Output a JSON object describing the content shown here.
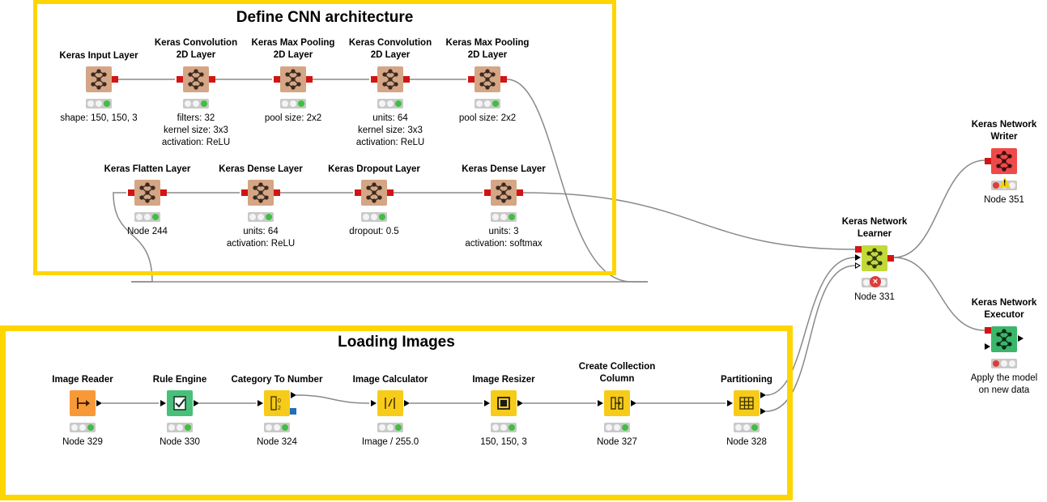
{
  "groups": {
    "cnn": {
      "title": "Define CNN architecture"
    },
    "loading": {
      "title": "Loading Images"
    }
  },
  "colors": {
    "keras_layer": "#d4a685",
    "keras_learner": "#c3d93a",
    "keras_writer": "#ef4a4a",
    "keras_executor": "#3ab76a",
    "manipulator": "#f7cb1a",
    "reader": "#f89938",
    "rule_engine": "#49c07a",
    "annotation_border": "#ffd500",
    "connection": "#8a8a8a"
  },
  "nodes": {
    "input_layer": {
      "title": "Keras Input Layer",
      "label": "shape: 150, 150, 3",
      "icon": "network-icon"
    },
    "conv1": {
      "title": "Keras Convolution\n2D Layer",
      "label": "filters: 32\nkernel size: 3x3\nactivation: ReLU",
      "icon": "network-icon"
    },
    "pool1": {
      "title": "Keras Max Pooling\n2D Layer",
      "label": "pool size: 2x2",
      "icon": "network-icon"
    },
    "conv2": {
      "title": "Keras Convolution\n2D Layer",
      "label": "units: 64\nkernel size: 3x3\nactivation: ReLU",
      "icon": "network-icon"
    },
    "pool2": {
      "title": "Keras Max Pooling\n2D Layer",
      "label": "pool size: 2x2",
      "icon": "network-icon"
    },
    "flatten": {
      "title": "Keras Flatten Layer",
      "label": "Node 244",
      "icon": "network-icon"
    },
    "dense1": {
      "title": "Keras Dense Layer",
      "label": "units: 64\nactivation: ReLU",
      "icon": "network-icon"
    },
    "dropout": {
      "title": "Keras Dropout Layer",
      "label": "dropout: 0.5",
      "icon": "network-icon"
    },
    "dense2": {
      "title": "Keras Dense Layer",
      "label": "units: 3\nactivation: softmax",
      "icon": "network-icon"
    },
    "learner": {
      "title": "Keras Network\nLearner",
      "label": "Node 331",
      "icon": "network-icon"
    },
    "writer": {
      "title": "Keras Network\nWriter",
      "label": "Node 351",
      "icon": "network-icon"
    },
    "executor": {
      "title": "Keras Network\nExecutor",
      "label": "Apply the model\non new data",
      "icon": "network-icon"
    },
    "image_reader": {
      "title": "Image Reader",
      "label": "Node 329",
      "icon": "reader-icon"
    },
    "rule_engine": {
      "title": "Rule Engine",
      "label": "Node 330",
      "icon": "rule-icon"
    },
    "category_to_number": {
      "title": "Category To Number",
      "label": "Node 324",
      "icon": "category-icon"
    },
    "image_calculator": {
      "title": "Image Calculator",
      "label": "Image / 255.0",
      "icon": "calculator-icon"
    },
    "image_resizer": {
      "title": "Image Resizer",
      "label": "150, 150, 3",
      "icon": "resize-icon"
    },
    "create_collection": {
      "title": "Create Collection\nColumn",
      "label": "Node 327",
      "icon": "collection-icon"
    },
    "partitioning": {
      "title": "Partitioning",
      "label": "Node 328",
      "icon": "partition-icon"
    }
  }
}
